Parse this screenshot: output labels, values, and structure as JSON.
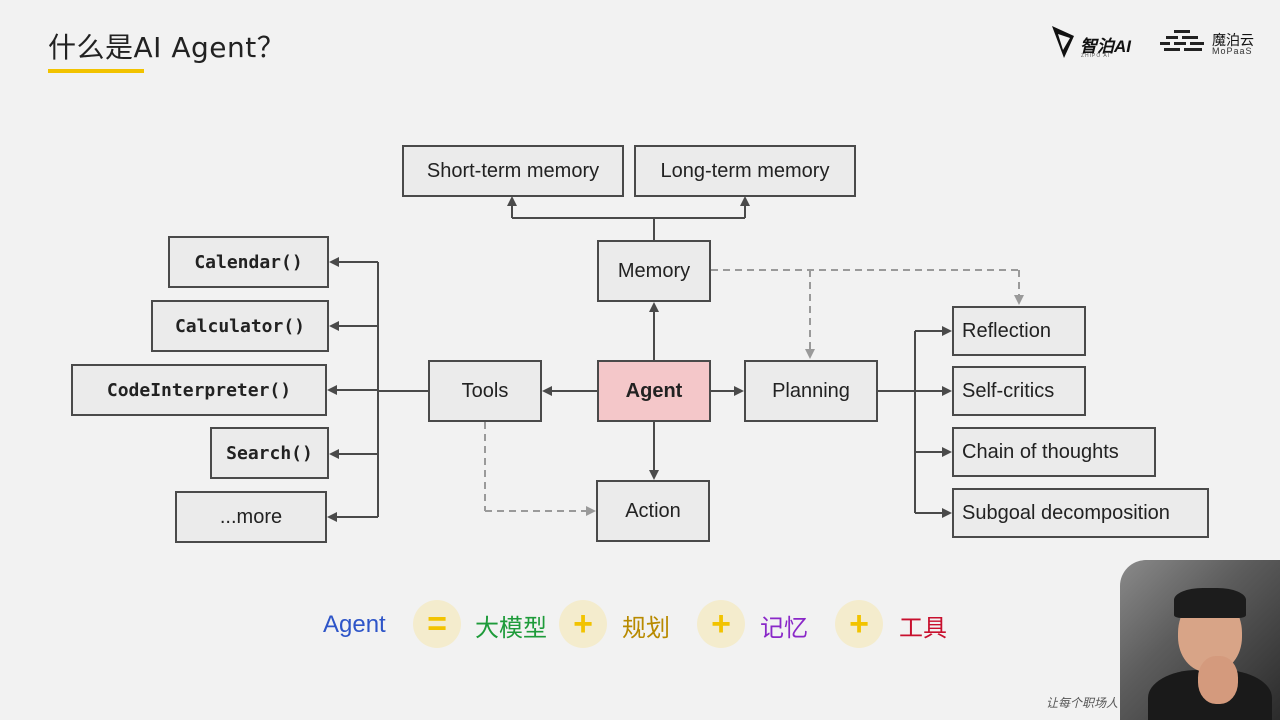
{
  "header": {
    "title": "什么是AI Agent？",
    "logo_zhipu": "智泊AI",
    "logo_zhipu_sub": "ZHIPO AI",
    "logo_mopaas": "魔泊云",
    "logo_mopaas_sub": "MoPaaS"
  },
  "diagram": {
    "agent": "Agent",
    "memory": "Memory",
    "short_term": "Short-term memory",
    "long_term": "Long-term memory",
    "tools": "Tools",
    "action": "Action",
    "planning": "Planning",
    "tool_items": [
      "Calendar()",
      "Calculator()",
      "CodeInterpreter()",
      "Search()",
      "...more"
    ],
    "planning_items": [
      "Reflection",
      "Self-critics",
      "Chain of thoughts",
      "Subgoal decomposition"
    ]
  },
  "formula": {
    "agent": "Agent",
    "equals": "=",
    "plus": "+",
    "llm": "大模型",
    "planning": "规划",
    "memory": "记忆",
    "tools": "工具"
  },
  "colors": {
    "agent_fill": "#f4c7c9",
    "accent_yellow": "#f2c300",
    "formula_agent": "#2e55c8",
    "formula_llm": "#1e9b3a",
    "formula_planning": "#b88a00",
    "formula_memory": "#8a28c8",
    "formula_tools": "#c8102e"
  },
  "footer": {
    "signature": "让每个职场人"
  }
}
